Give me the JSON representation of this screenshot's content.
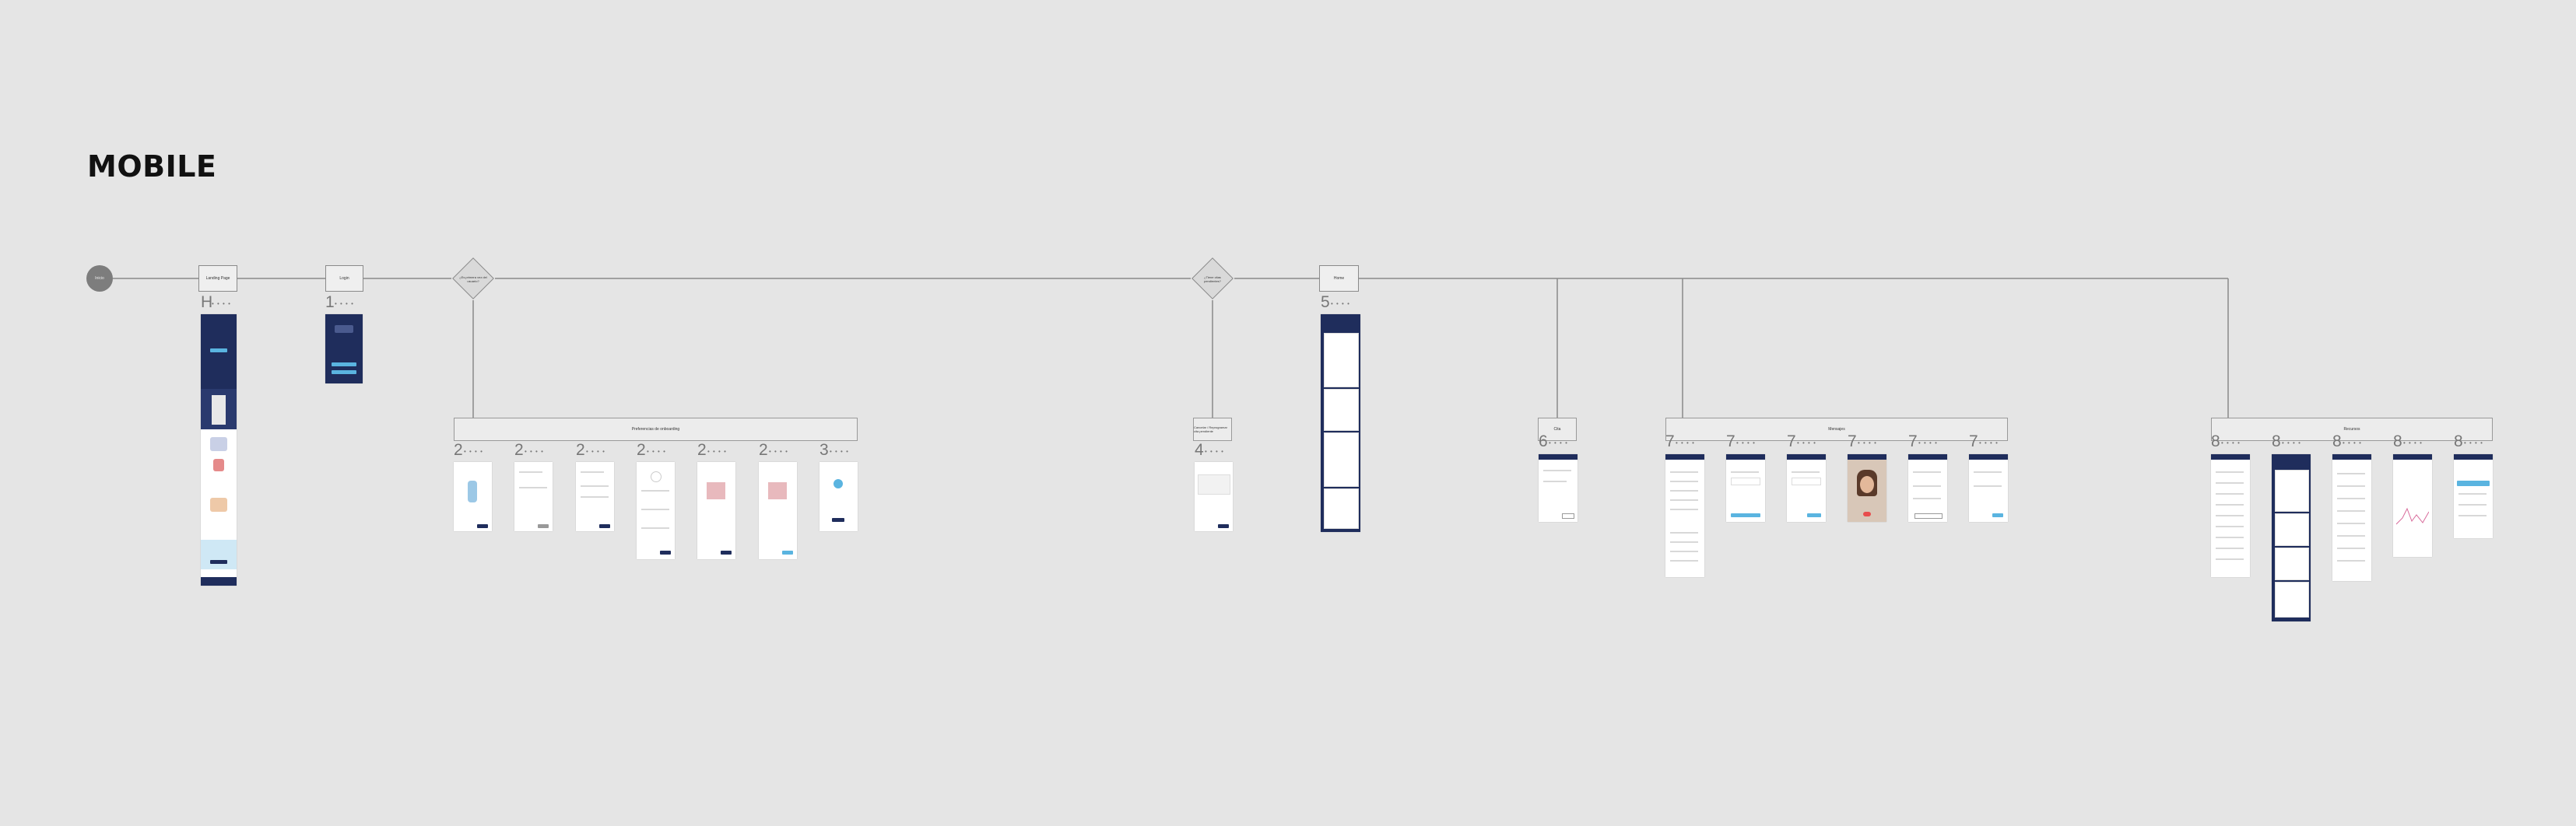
{
  "page": {
    "title": "MOBILE"
  },
  "nodes": {
    "start": "Inicio",
    "landing": "Landing Page",
    "login": "Login",
    "decision1": "¿Es primera vez del usuario?",
    "decision2": "¿Tiene citas pendientes?",
    "home": "Home",
    "cita": "Cita",
    "mensajes": "Mensajes",
    "recursos": "Recursos"
  },
  "groups": {
    "onboarding": "Preferencias de onboarding",
    "pending": "Cancelar / Reprogramar cita pendiente"
  },
  "labels": {
    "h": "H",
    "s1": "1",
    "s2": "2",
    "s3": "3",
    "s4": "4",
    "s5": "5",
    "s6": "6",
    "s7": "7",
    "s8": "8",
    "dots": "• • • •"
  },
  "colors": {
    "navy": "#1f2d5c",
    "accent": "#5ab4e0",
    "background": "#e5e5e5"
  }
}
